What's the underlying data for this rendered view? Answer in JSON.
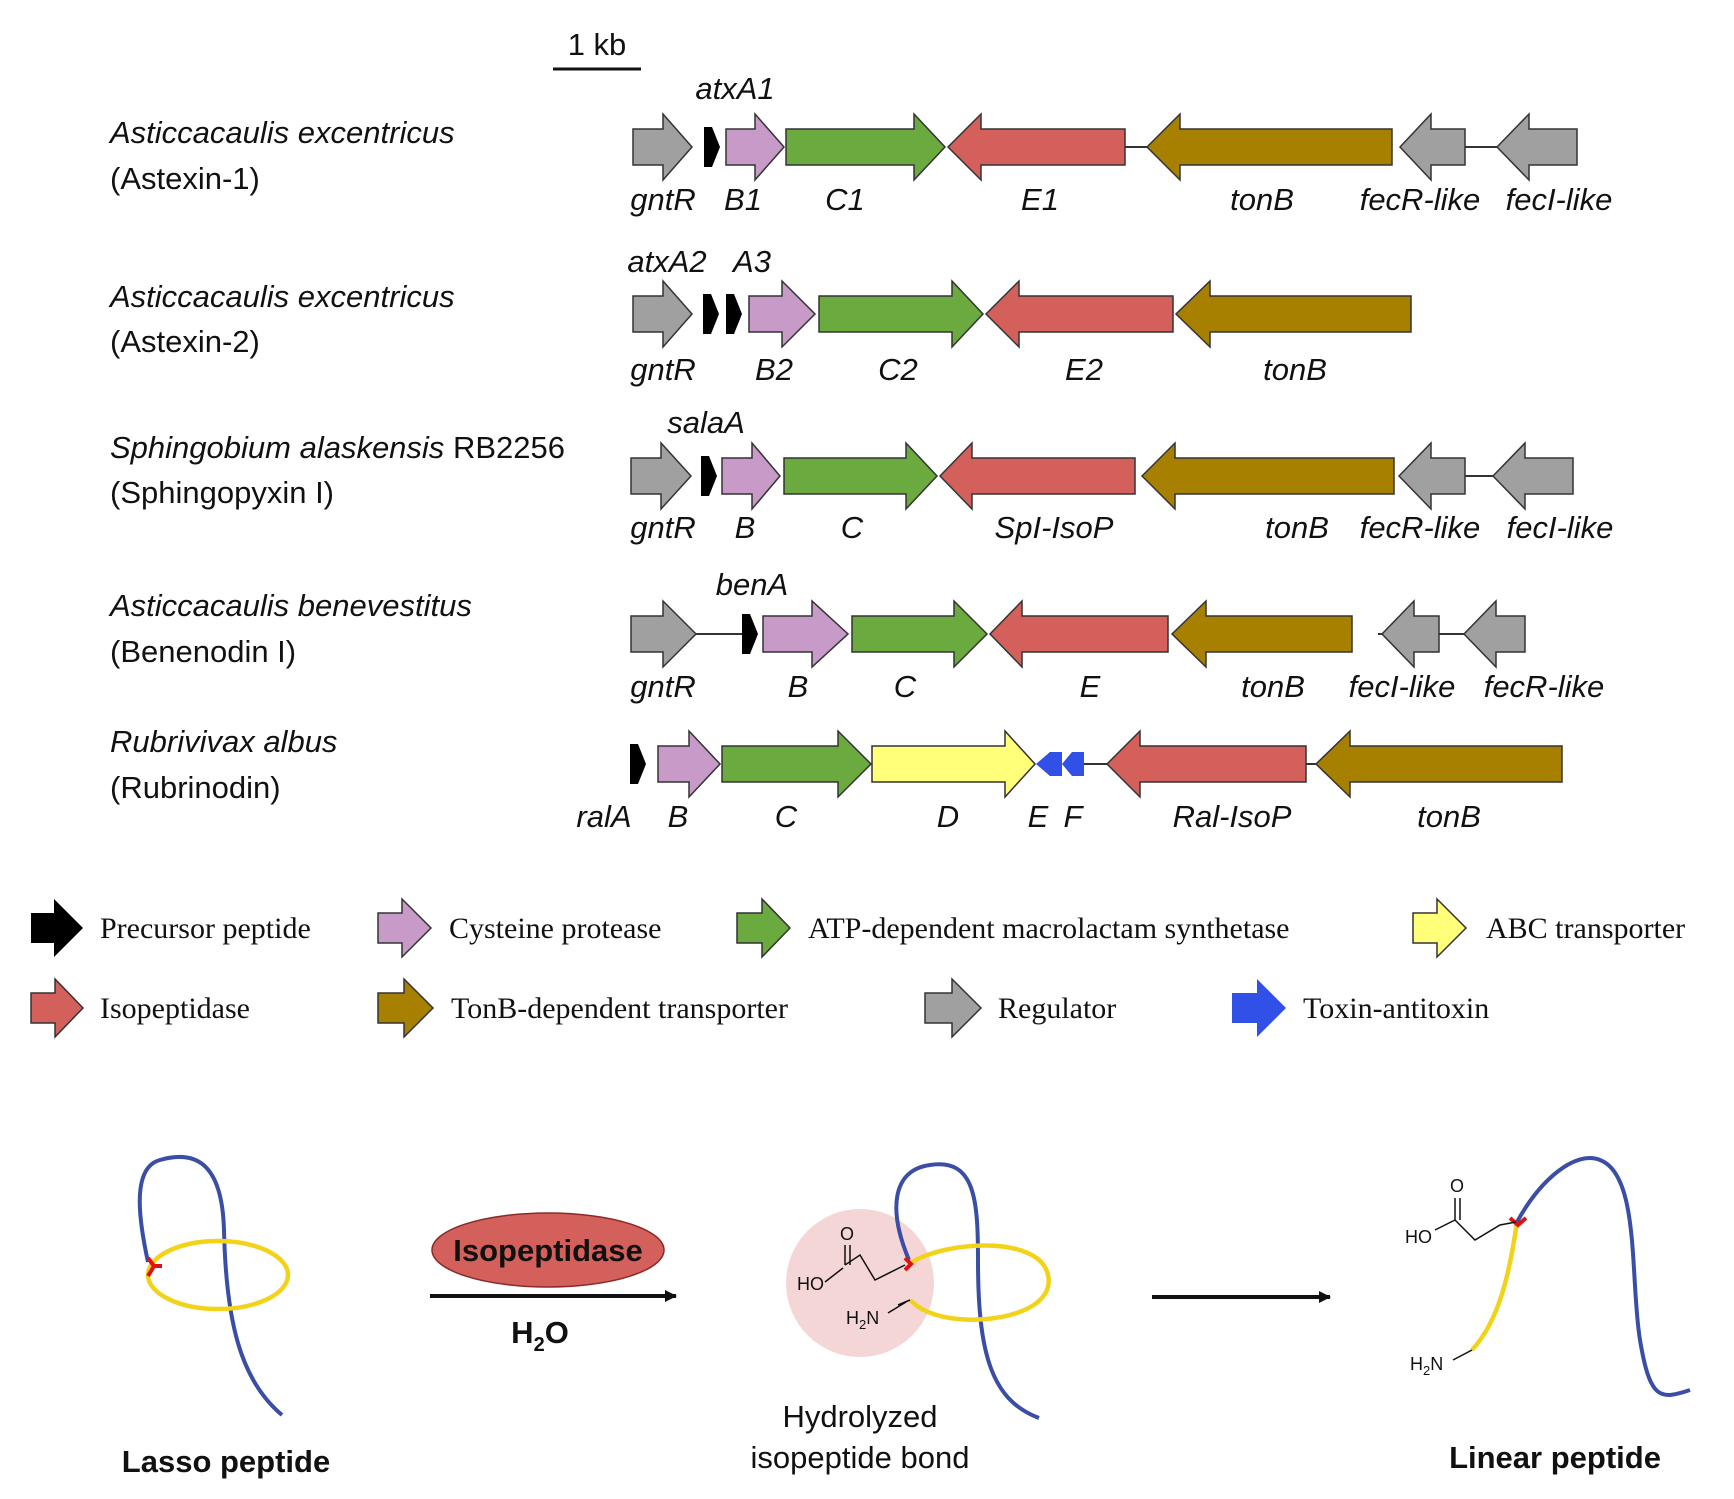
{
  "scale_bar": {
    "label": "1 kb"
  },
  "colors": {
    "precursor": "#000000",
    "protease": "#c89ac8",
    "synthetase": "#6aaa3e",
    "abc": "#ffff7a",
    "isopeptidase": "#d4605c",
    "tonb": "#a88000",
    "regulator": "#a0a0a0",
    "toxin": "#3050e8",
    "lasso_ring": "#f3d31a",
    "lasso_tail": "#3b4ea6",
    "bond": "#e01010",
    "highlight": "#f4d6d6"
  },
  "clusters": [
    {
      "organism": "Asticcacaulis excentricus",
      "product": "(Astexin-1)",
      "above_labels": [
        "atxA1"
      ],
      "below_labels": [
        "gntR",
        "B1",
        "C1",
        "E1",
        "tonB",
        "fecR-like",
        "fecI-like"
      ]
    },
    {
      "organism": "Asticcacaulis excentricus",
      "product": "(Astexin-2)",
      "above_labels": [
        "atxA2",
        "A3"
      ],
      "below_labels": [
        "gntR",
        "B2",
        "C2",
        "E2",
        "tonB"
      ]
    },
    {
      "organism": "Sphingobium alaskensis",
      "organism_strain": "RB2256",
      "product": "(Sphingopyxin I)",
      "above_labels": [
        "salaA"
      ],
      "below_labels": [
        "gntR",
        "B",
        "C",
        "SpI-IsoP",
        "tonB",
        "fecR-like",
        "fecI-like"
      ]
    },
    {
      "organism": "Asticcacaulis benevestitus",
      "product": "(Benenodin I)",
      "above_labels": [
        "benA"
      ],
      "below_labels": [
        "gntR",
        "B",
        "C",
        "E",
        "tonB",
        "fecI-like",
        "fecR-like"
      ]
    },
    {
      "organism": "Rubrivivax albus",
      "product": "(Rubrinodin)",
      "above_labels": [],
      "below_labels": [
        "ralA",
        "B",
        "C",
        "D",
        "E",
        "F",
        "Ral-IsoP",
        "tonB"
      ]
    }
  ],
  "legend": [
    {
      "label": "Precursor peptide",
      "color_key": "precursor"
    },
    {
      "label": "Cysteine protease",
      "color_key": "protease"
    },
    {
      "label": "ATP-dependent macrolactam synthetase",
      "color_key": "synthetase"
    },
    {
      "label": "ABC transporter",
      "color_key": "abc"
    },
    {
      "label": "Isopeptidase",
      "color_key": "isopeptidase"
    },
    {
      "label": "TonB-dependent transporter",
      "color_key": "tonb"
    },
    {
      "label": "Regulator",
      "color_key": "regulator"
    },
    {
      "label": "Toxin-antitoxin",
      "color_key": "toxin"
    }
  ],
  "reaction": {
    "enzyme": "Isopeptidase",
    "reagent_main": "H",
    "reagent_sub": "2",
    "reagent_tail": "O",
    "lasso_label": "Lasso peptide",
    "hydrolyzed_line1": "Hydrolyzed",
    "hydrolyzed_line2": "isopeptide bond",
    "linear_label": "Linear peptide",
    "chem_ho": "HO",
    "chem_o": "O",
    "chem_h": "H",
    "chem_h_sub": "2",
    "chem_n": "N"
  }
}
